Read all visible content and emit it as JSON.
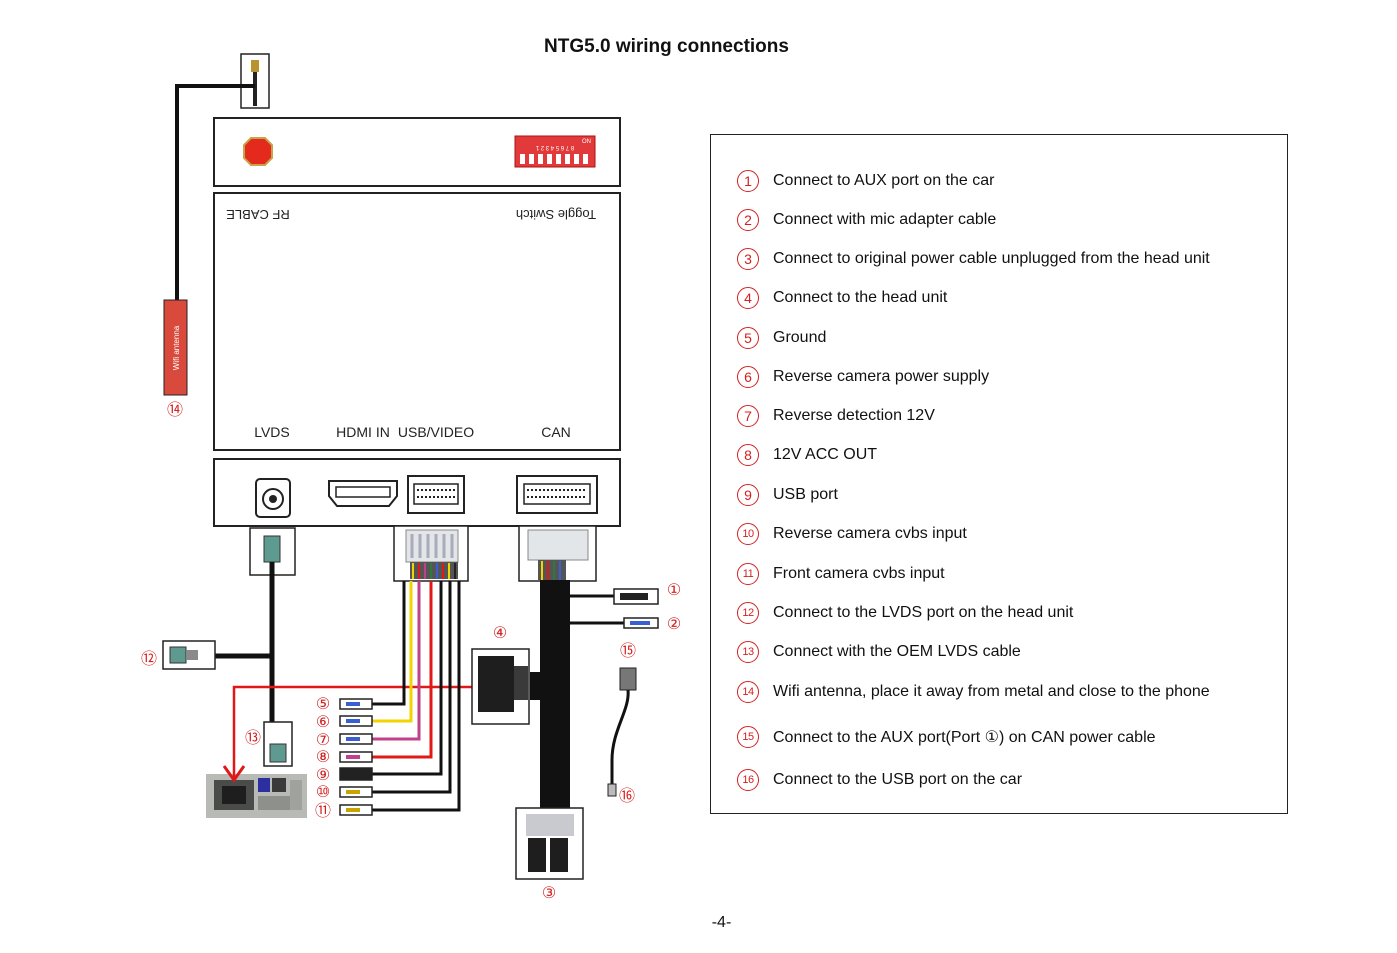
{
  "title": "NTG5.0 wiring connections",
  "page_number": "-4-",
  "box_labels": {
    "rf_cable": "RF CABLE",
    "toggle_switch": "Toggle Switch",
    "wifi_antenna": "Wifi antenna",
    "dip_switch_on": "ON",
    "dip_switch_digits": "8 7 6 5 4 3 2 1"
  },
  "port_labels": {
    "lvds": "LVDS",
    "hdmi_in": "HDMI IN",
    "usb_video": "USB/VIDEO",
    "can": "CAN"
  },
  "diagram_markers": [
    "①",
    "②",
    "③",
    "④",
    "⑤",
    "⑥",
    "⑦",
    "⑧",
    "⑨",
    "⑩",
    "⑪",
    "⑫",
    "⑬",
    "⑭",
    "⑮",
    "⑯"
  ],
  "legend": [
    {
      "num": "1",
      "text": "Connect to AUX port on the car"
    },
    {
      "num": "2",
      "text": "Connect with mic adapter cable"
    },
    {
      "num": "3",
      "text": "Connect to original power cable unplugged from the head unit"
    },
    {
      "num": "4",
      "text": "Connect to the head unit"
    },
    {
      "num": "5",
      "text": "Ground"
    },
    {
      "num": "6",
      "text": "Reverse camera power supply"
    },
    {
      "num": "7",
      "text": "Reverse detection 12V"
    },
    {
      "num": "8",
      "text": "12V ACC OUT"
    },
    {
      "num": "9",
      "text": "USB port"
    },
    {
      "num": "10",
      "text": "Reverse camera cvbs input"
    },
    {
      "num": "11",
      "text": "Front camera cvbs input"
    },
    {
      "num": "12",
      "text": "Connect to the LVDS port on the head unit"
    },
    {
      "num": "13",
      "text": "Connect with the OEM LVDS cable"
    },
    {
      "num": "14",
      "text": "Wifi antenna, place it away from metal and close to the phone"
    },
    {
      "num": "15",
      "text": "Connect to the AUX port(Port ①) on CAN power cable"
    },
    {
      "num": "16",
      "text": "Connect to the USB port on the car"
    }
  ],
  "colors": {
    "accent_red": "#d42020",
    "wire_yellow": "#f2d400",
    "wire_pink": "#c2408a",
    "wire_red": "#e01818",
    "cable_black": "#111111"
  }
}
